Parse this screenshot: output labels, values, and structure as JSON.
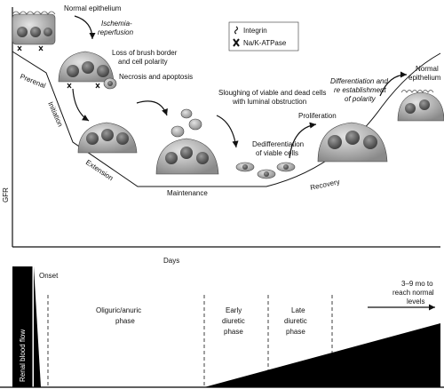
{
  "top_panel": {
    "y_axis_label": "GFR",
    "x_axis_label": "Days",
    "legend": {
      "integrin": "Integrin",
      "na_k_atpase": "Na/K-ATPase"
    },
    "stages": {
      "normal_epithelium_top": "Normal epithelium",
      "ischemia_1": "Ischemia-",
      "ischemia_2": "reperfusion",
      "loss_1": "Loss of brush border",
      "loss_2": "and cell polarity",
      "necrosis": "Necrosis and apoptosis",
      "slough_1": "Sloughing of viable and dead cells",
      "slough_2": "with luminal obstruction",
      "dediff_1": "Dedifferentiation",
      "dediff_2": "of viable cells",
      "proliferation": "Proliferation",
      "diff_1": "Differentiation and",
      "diff_2": "re establishment",
      "diff_3": "of polarity",
      "normal_right_1": "Normal",
      "normal_right_2": "epithelium"
    },
    "phases": {
      "prerenal": "Prerenal",
      "initiation": "Initiation",
      "extension": "Extension",
      "maintenance": "Maintenance",
      "recovery": "Recovery"
    }
  },
  "bottom_panel": {
    "vertical_label": "Renal blood flow",
    "onset": "Onset",
    "oliguric_1": "Oliguric/anuric",
    "oliguric_2": "phase",
    "early_1": "Early",
    "early_2": "diuretic",
    "early_3": "phase",
    "late_1": "Late",
    "late_2": "diuretic",
    "late_3": "phase",
    "reach_1": "3–9 mo to",
    "reach_2": "reach normal",
    "reach_3": "levels"
  }
}
